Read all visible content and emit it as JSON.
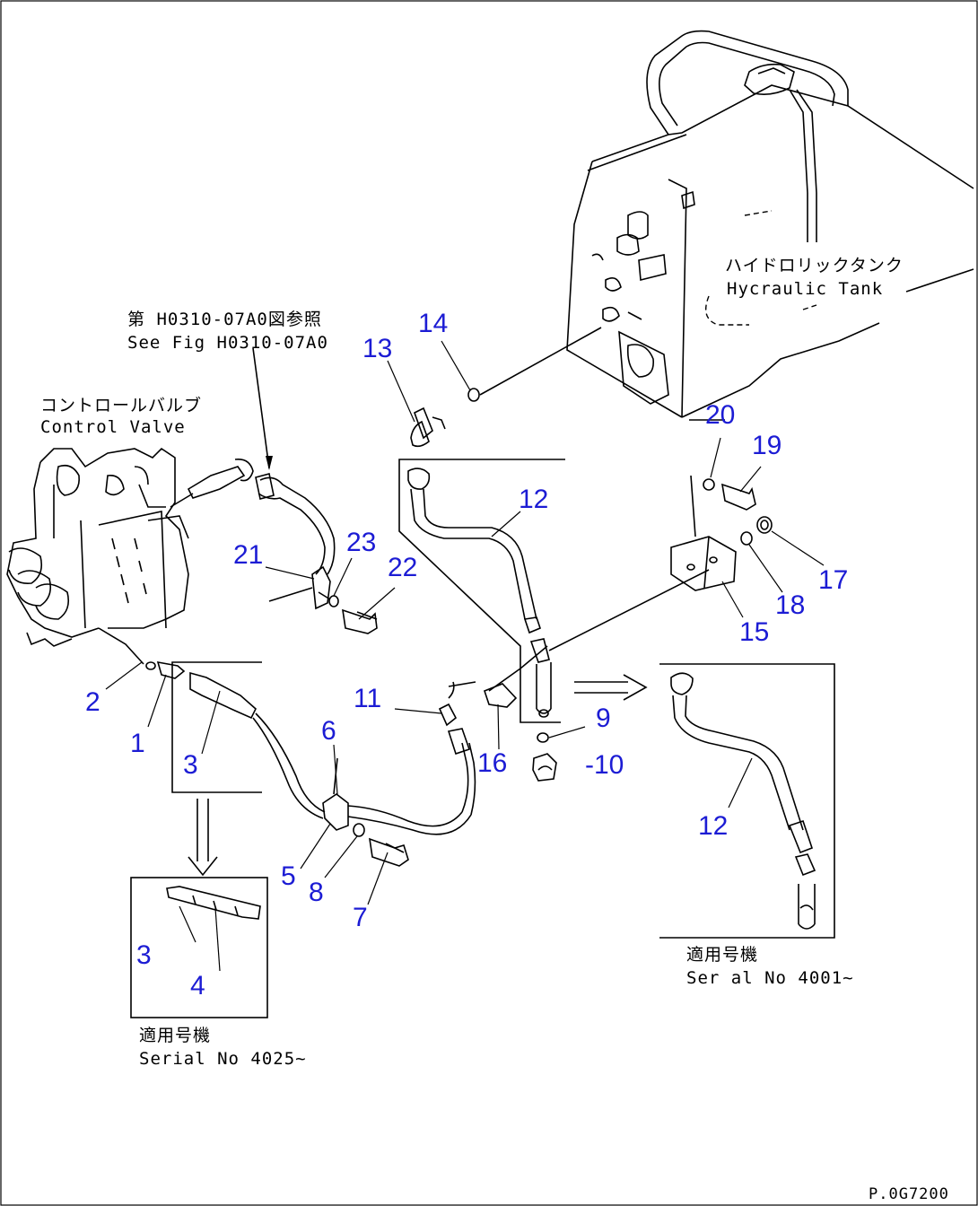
{
  "drawing_code": "P.0G7200",
  "notes": {
    "tank_jp": "ハイドロリックタンク",
    "tank_en": "Hycraulic Tank",
    "ref_jp": "第 H0310-07A0図参照",
    "ref_en": "See Fig H0310-07A0",
    "valve_jp": "コントロールバルブ",
    "valve_en": "Control Valve",
    "serial_left_jp": "適用号機",
    "serial_left_en": "Serial No 4025~",
    "serial_right_jp": "適用号機",
    "serial_right_en": "Ser al No 4001~"
  },
  "callouts": {
    "c1": "1",
    "c2": "2",
    "c3": "3",
    "c3b": "3",
    "c4": "4",
    "c5": "5",
    "c6": "6",
    "c7": "7",
    "c8": "8",
    "c9": "9",
    "c10": "-10",
    "c11": "11",
    "c12": "12",
    "c12b": "12",
    "c13": "13",
    "c14": "14",
    "c15": "15",
    "c16": "16",
    "c17": "17",
    "c18": "18",
    "c19": "19",
    "c20": "20",
    "c21": "21",
    "c22": "22",
    "c23": "23"
  },
  "colors": {
    "callout": "#1c1cd4",
    "line": "#000000",
    "background": "#ffffff"
  }
}
